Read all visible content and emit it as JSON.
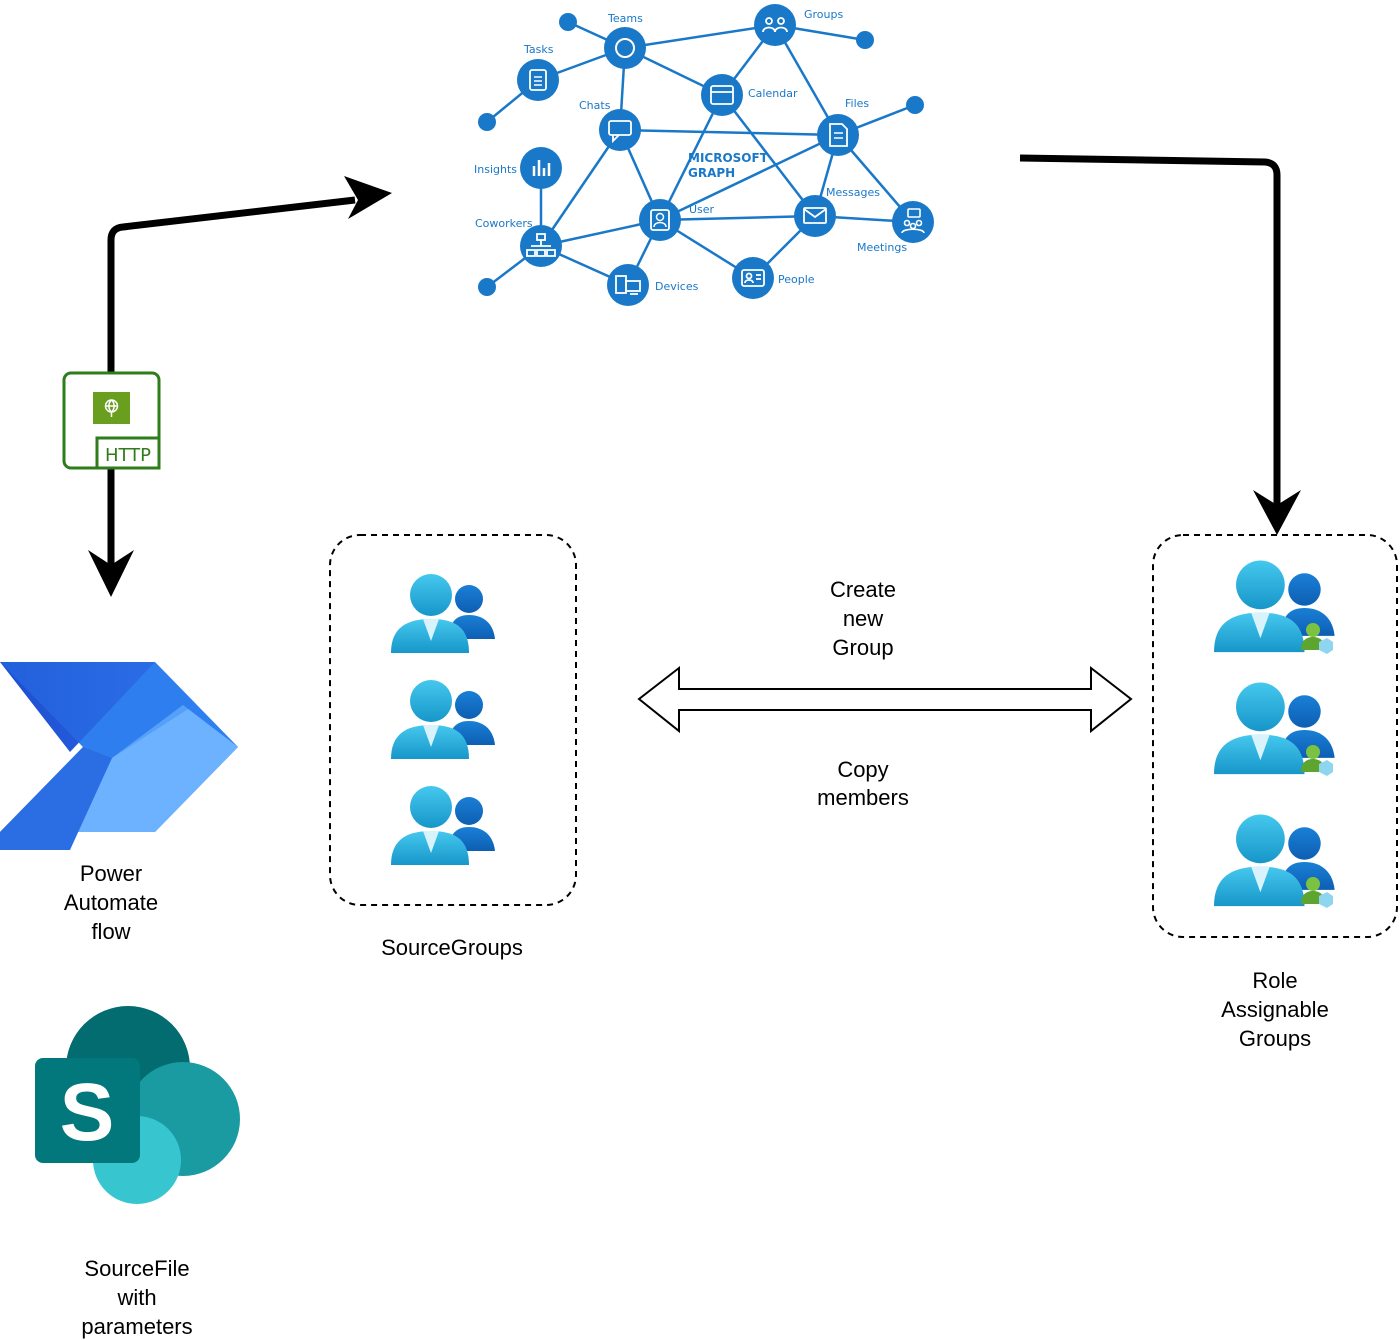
{
  "graph": {
    "title_line1": "MICROSOFT",
    "title_line2": "GRAPH",
    "nodes": {
      "teams": "Teams",
      "groups": "Groups",
      "tasks": "Tasks",
      "calendar": "Calendar",
      "files": "Files",
      "chats": "Chats",
      "insights": "Insights",
      "messages": "Messages",
      "user": "User",
      "coworkers": "Coworkers",
      "meetings": "Meetings",
      "devices": "Devices",
      "people": "People"
    }
  },
  "connector": {
    "label": "HTTP"
  },
  "power_automate": {
    "line1": "Power",
    "line2": "Automate",
    "line3": "flow"
  },
  "sharepoint": {
    "line1": "SourceFile",
    "line2": "with",
    "line3": "parameters"
  },
  "source_groups": {
    "label": "SourceGroups"
  },
  "role_groups": {
    "line1": "Role",
    "line2": "Assignable",
    "line3": "Groups"
  },
  "operations": {
    "top_line1": "Create",
    "top_line2": "new",
    "top_line3": "Group",
    "bottom_line1": "Copy",
    "bottom_line2": "members"
  },
  "colors": {
    "graph_blue": "#1a78c8",
    "http_green": "#2e7d1a",
    "sharepoint_dark": "#036c70",
    "sharepoint_mid": "#1a9ba1",
    "sharepoint_light": "#37c6d0"
  }
}
